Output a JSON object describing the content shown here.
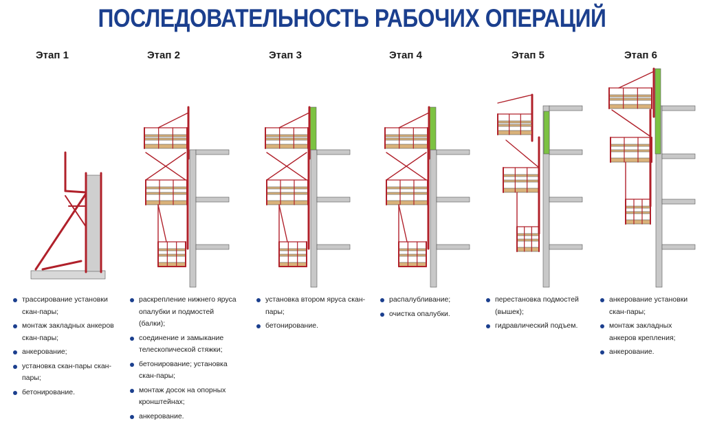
{
  "title": "ПОСЛЕДОВАТЕЛЬНОСТЬ РАБОЧИХ ОПЕРАЦИЙ",
  "colors": {
    "title": "#1b3f8e",
    "frame": "#b0202a",
    "plank": "#d9b27a",
    "wall": "#c8c8c8",
    "fresh_concrete": "#7cc242",
    "bullet": "#1b3f8e"
  },
  "stages": [
    {
      "label": "Этап 1",
      "steps": [
        "трассирование установки скан-пары;",
        "монтаж закладных анкеров скан-пары;",
        "анкерование;",
        "установка скан-пары скан-пары;",
        "бетонирование."
      ]
    },
    {
      "label": "Этап 2",
      "steps": [
        "раскрепление нижнего яруса опалубки и подмостей (балки);",
        "соединение и замыкание телескопической стяжки;",
        "бетонирование; установка скан-пары;",
        "монтаж досок на опорных кронштейнах;",
        "анкерование."
      ]
    },
    {
      "label": "Этап 3",
      "steps": [
        "установка втором яруса скан-пары;",
        "бетонирование."
      ]
    },
    {
      "label": "Этап 4",
      "steps": [
        "распалубливание;",
        "очистка опалубки."
      ]
    },
    {
      "label": "Этап 5",
      "steps": [
        "перестановка подмостей (вышек);",
        "гидравлический подъем."
      ]
    },
    {
      "label": "Этап 6",
      "steps": [
        "анкерование установки скан-пары;",
        "монтаж закладных анкеров крепления;",
        "анкерование."
      ]
    }
  ]
}
